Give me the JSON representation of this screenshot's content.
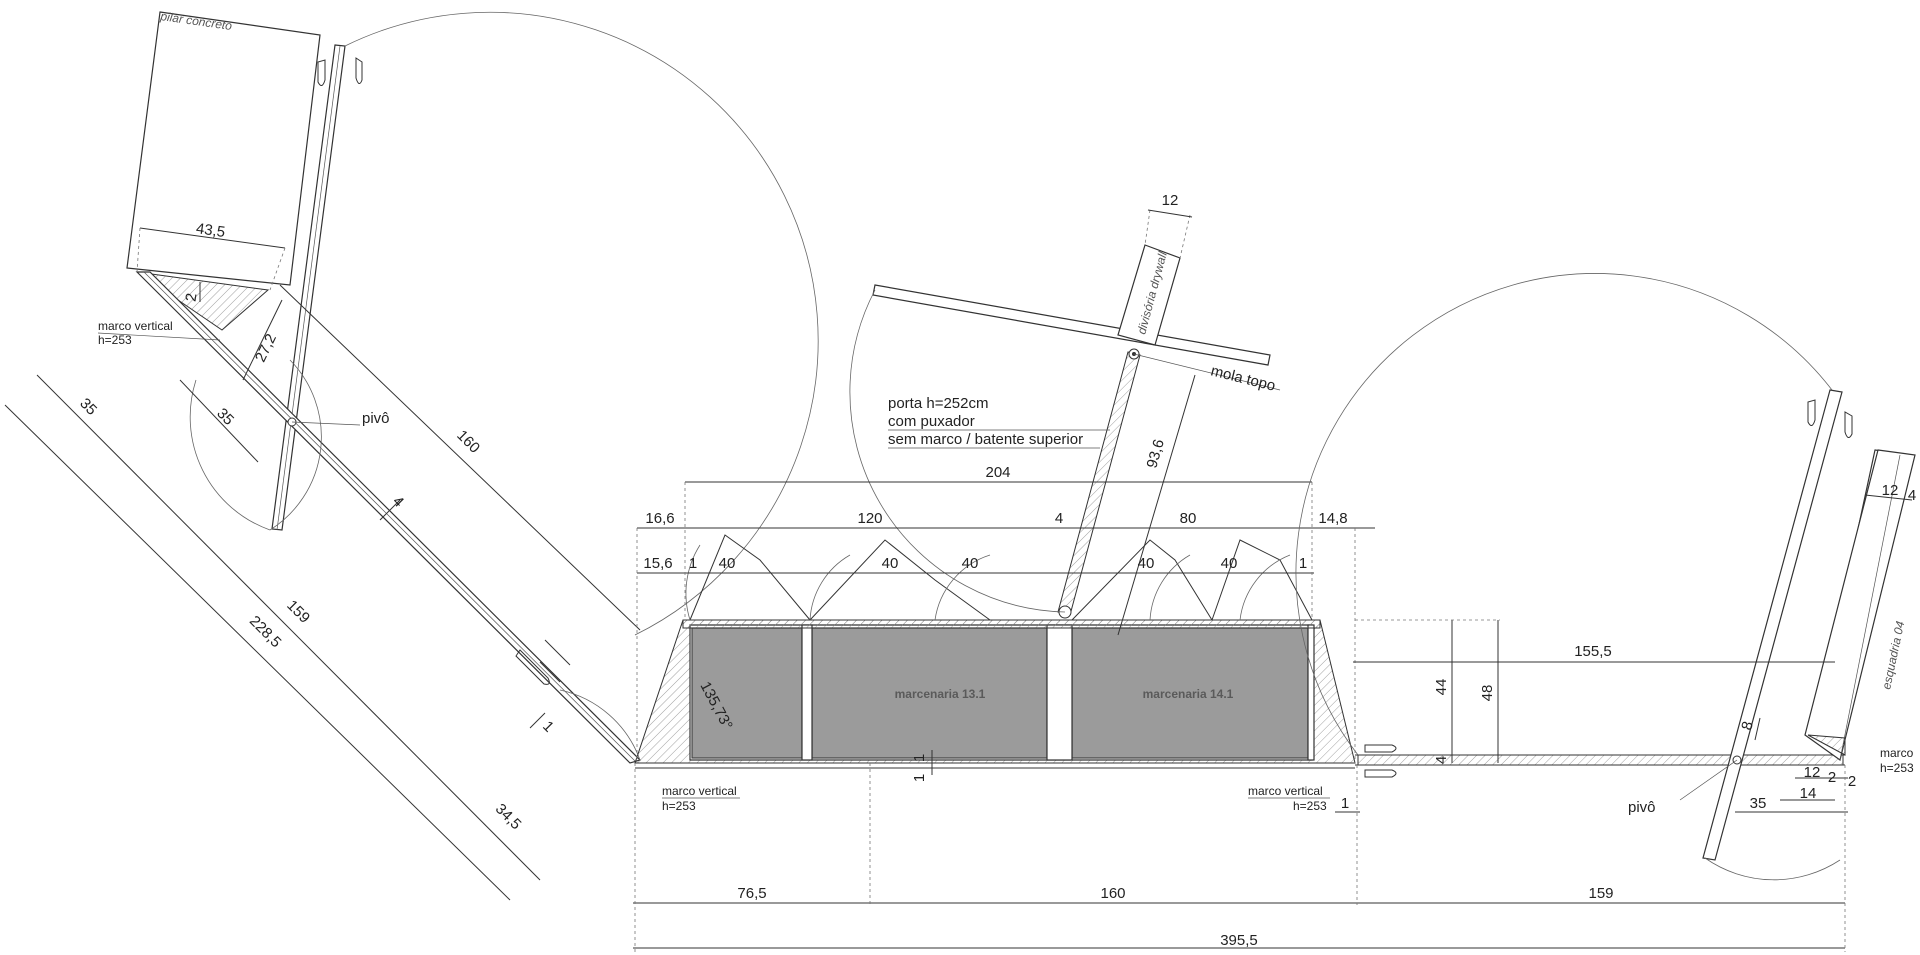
{
  "dimensions": {
    "top_overall": "204",
    "d_16_6": "16,6",
    "d_120": "120",
    "d_4_top": "4",
    "d_80": "80",
    "d_14_8": "14,8",
    "d_15_6": "15,6",
    "d_1_a": "1",
    "d_40_a": "40",
    "d_40_b": "40",
    "d_40_c": "40",
    "d_40_d": "40",
    "d_40_e": "40",
    "d_1_b": "1",
    "d_12_top": "12",
    "d_93_6": "93,6",
    "d_43_5": "43,5",
    "d_2_pillar": "2",
    "d_27_2": "27,2",
    "d_35_a": "35",
    "d_35_b": "35",
    "d_160_diag": "160",
    "d_4_diag": "4",
    "d_159_diag": "159",
    "d_228_5": "228,5",
    "d_1_diag": "1",
    "d_34_5": "34,5",
    "angle": "135,73°",
    "d_1_inner": "1",
    "d_1_under": "1",
    "d_44": "44",
    "d_48": "48",
    "d_4_right": "4",
    "d_155_5": "155,5",
    "d_1_right": "1",
    "d_8": "8",
    "d_12_r": "12",
    "d_2_r1": "2",
    "d_2_r2": "2",
    "d_14_r": "14",
    "d_35_r": "35",
    "d_12_far": "12",
    "d_4_far": "4",
    "bottom_76_5": "76,5",
    "bottom_160": "160",
    "bottom_159": "159",
    "bottom_395_5": "395,5"
  },
  "notes": {
    "pilar": "pilar concreto",
    "marco_left_1": "marco vertical",
    "marco_left_2": "h=253",
    "pivo_left": "pivô",
    "porta_1": "porta h=252cm",
    "porta_2": "com puxador",
    "porta_3": "sem marco / batente superior",
    "divisoria": "divisória drywall",
    "mola": "mola topo",
    "marco_mid_1": "marco vertical",
    "marco_mid_2": "h=253",
    "marco_ctr_1": "marco vertical",
    "marco_ctr_2": "h=253",
    "marco_right_1": "marco",
    "marco_right_2": "h=253",
    "pivo_right": "pivô",
    "esquadria": "esquadria 04"
  },
  "cabinets": {
    "left": "marcenaria 13.1",
    "right": "marcenaria 14.1"
  }
}
